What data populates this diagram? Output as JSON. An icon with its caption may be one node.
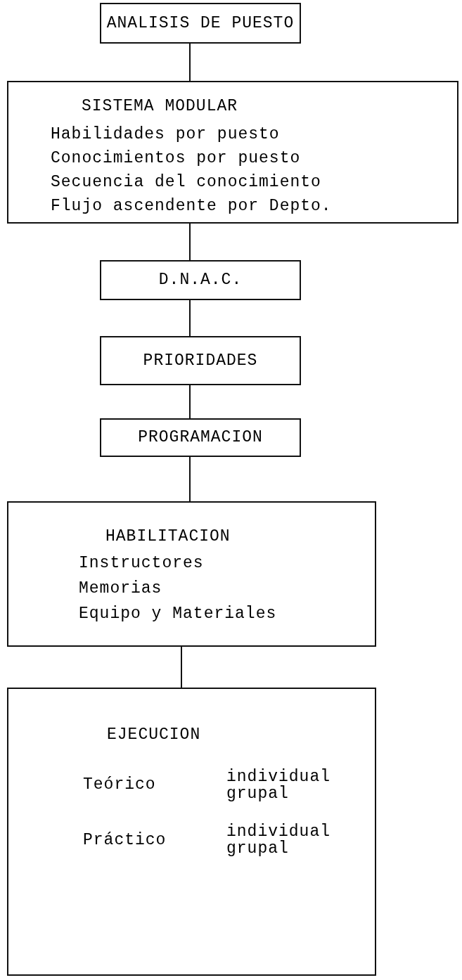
{
  "diagram": {
    "nodes": [
      {
        "text": [
          "ANALISIS DE PUESTO"
        ]
      },
      {
        "text": [
          "SISTEMA MODULAR",
          "Habilidades por puesto",
          "Conocimientos por puesto",
          "Secuencia del conocimiento",
          "Flujo ascendente por Depto."
        ]
      },
      {
        "text": [
          "D.N.A.C."
        ]
      },
      {
        "text": [
          "PRIORIDADES"
        ]
      },
      {
        "text": [
          "PROGRAMACION"
        ]
      },
      {
        "text": [
          "HABILITACION",
          "Instructores",
          "Memorias",
          "Equipo y Materiales"
        ]
      },
      {
        "text": [
          "EJECUCION",
          "Teórico",
          "individual grupal",
          "Práctico",
          "individual grupal"
        ]
      }
    ],
    "edges": [
      {
        "from": 0,
        "to": 1,
        "arrow": "none"
      },
      {
        "from": 1,
        "to": 2,
        "arrow": "none"
      },
      {
        "from": 2,
        "to": 3,
        "arrow": "none"
      },
      {
        "from": 3,
        "to": 4,
        "arrow": "none"
      },
      {
        "from": 4,
        "to": 5,
        "arrow": "none"
      },
      {
        "from": 5,
        "to": 6,
        "arrow": "none"
      }
    ]
  }
}
